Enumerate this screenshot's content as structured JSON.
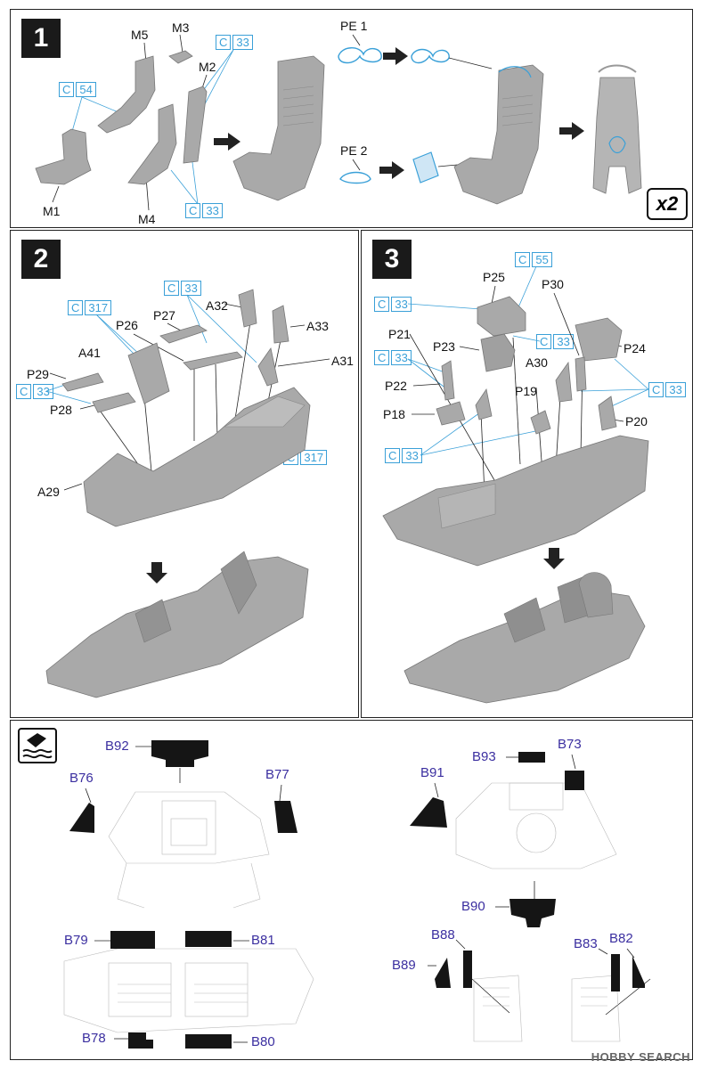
{
  "steps": {
    "step1": {
      "number": "1",
      "parts": [
        "M5",
        "M3",
        "M2",
        "M1",
        "M4",
        "PE 1",
        "PE 2"
      ],
      "colors": [
        "C",
        "33",
        "C",
        "54",
        "C",
        "33"
      ],
      "multiplier": "x2"
    },
    "step2": {
      "number": "2",
      "parts": [
        "A32",
        "A33",
        "P27",
        "P26",
        "A41",
        "A31",
        "P29",
        "P28",
        "A29"
      ],
      "colors": [
        "C",
        "33",
        "C",
        "317",
        "C",
        "33",
        "C",
        "317"
      ]
    },
    "step3": {
      "number": "3",
      "parts": [
        "P25",
        "P30",
        "P21",
        "P23",
        "P24",
        "A30",
        "P22",
        "P19",
        "P18",
        "P20"
      ],
      "colors": [
        "C",
        "55",
        "C",
        "33",
        "C",
        "33",
        "C",
        "33",
        "C",
        "33",
        "C",
        "33"
      ]
    }
  },
  "decals": {
    "labels": [
      "B92",
      "B76",
      "B77",
      "B93",
      "B73",
      "B91",
      "B90",
      "B79",
      "B81",
      "B78",
      "B80",
      "B88",
      "B89",
      "B83",
      "B82"
    ]
  },
  "watermark": "HOBBY SEARCH",
  "palette": {
    "part_gray": "#a9a9a9",
    "part_dark": "#7a7a7a",
    "color_callout": "#3aa0d8",
    "decal_label": "#3b2fa0"
  }
}
